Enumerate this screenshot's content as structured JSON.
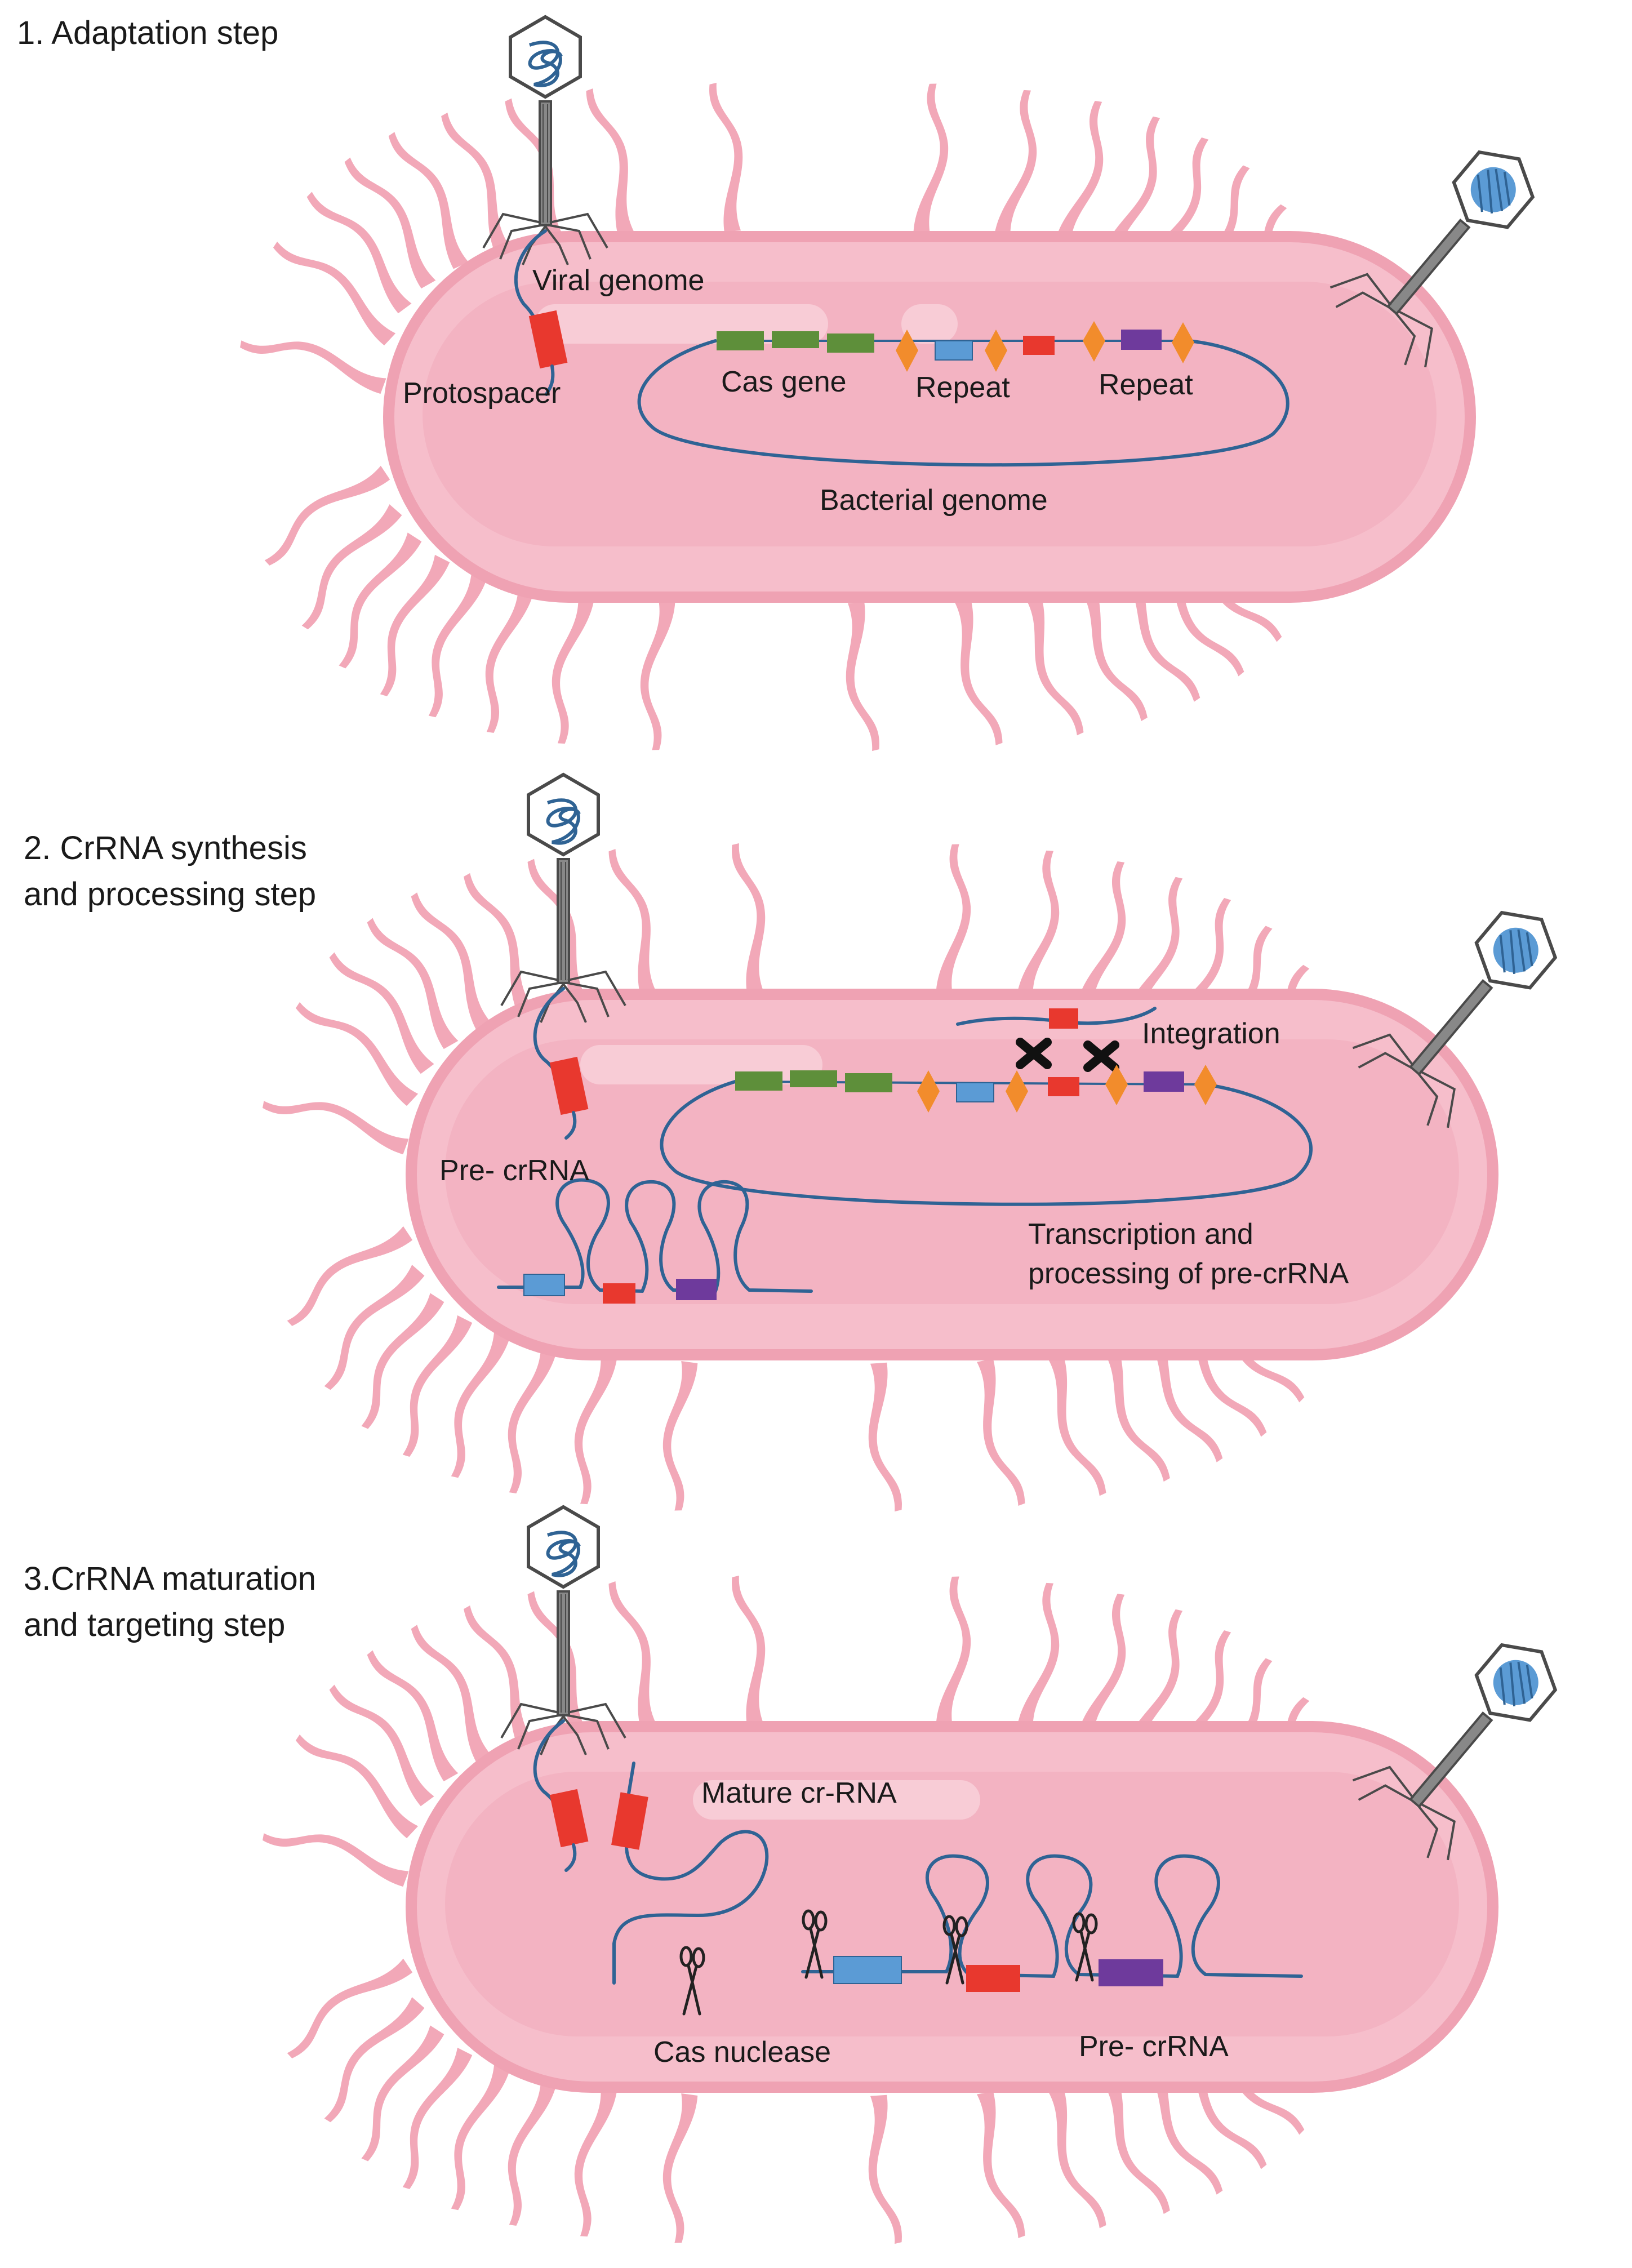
{
  "colors": {
    "cell_outer": "#EFA2B3",
    "cell_inner": "#F6BECB",
    "cell_core": "#F3B3C2",
    "cell_highlight": "#FBDCE3",
    "pili": "#F2A8B8",
    "dna": "#2F6394",
    "cas_gene": "#5E8F3A",
    "repeat": "#F28C2C",
    "spacer_blue": "#5B9BD5",
    "spacer_red": "#E8382E",
    "spacer_purple": "#6E3A9C",
    "phage_line": "#4a4a4a",
    "cross": "#111111"
  },
  "steps": [
    {
      "title_lines": [
        "1. Adaptation step"
      ],
      "labels": {
        "viral_genome": "Viral genome",
        "protospacer": "Protospacer",
        "cas_gene": "Cas gene",
        "repeat_1": "Repeat",
        "repeat_2": "Repeat",
        "bacterial_genome": "Bacterial genome"
      }
    },
    {
      "title_lines": [
        "2. CrRNA synthesis",
        "and processing step"
      ],
      "labels": {
        "integration": "Integration",
        "pre_crrna": "Pre- crRNA",
        "transcription_1": "Transcription and",
        "transcription_2": "processing of pre-crRNA"
      }
    },
    {
      "title_lines": [
        "3.CrRNA maturation",
        "and targeting step"
      ],
      "labels": {
        "mature_crrna": "Mature cr-RNA",
        "cas_nuclease": "Cas nuclease",
        "pre_crrna": "Pre- crRNA"
      }
    }
  ],
  "icons": {
    "phage": "bacteriophage-icon",
    "scissors": "scissors-icon",
    "cross": "x-mark-icon"
  }
}
